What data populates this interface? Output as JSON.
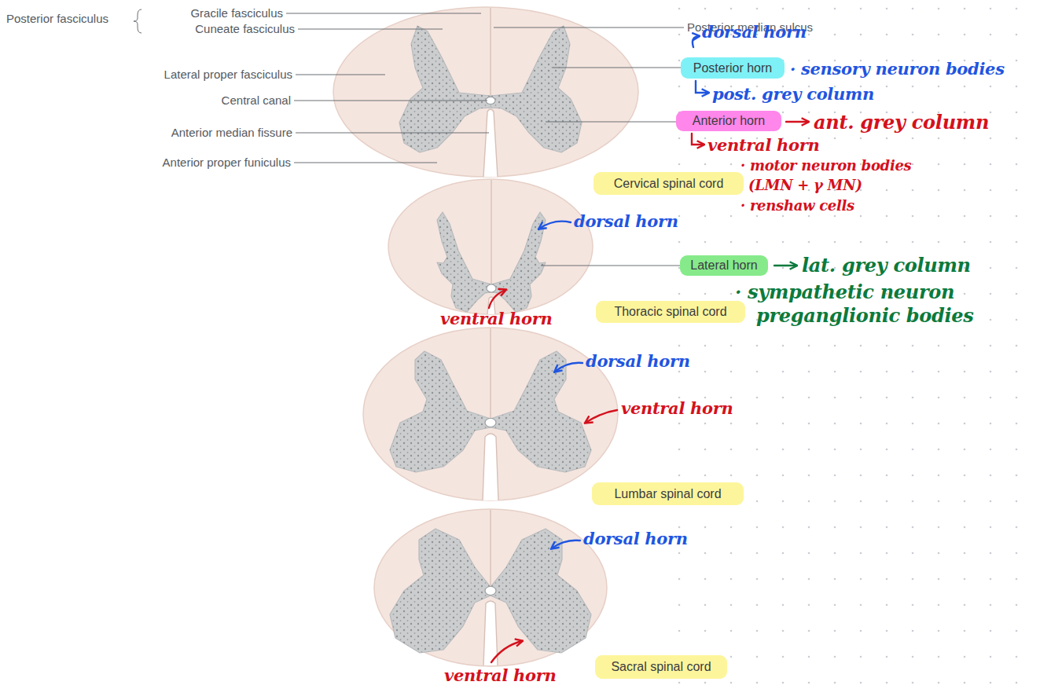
{
  "diagram": {
    "nodes": [
      {
        "text": [
          "Posterior horn"
        ]
      },
      {
        "text": [
          "Anterior horn"
        ]
      },
      {
        "text": [
          "Cervical spinal cord"
        ]
      },
      {
        "text": [
          "Lateral horn"
        ]
      },
      {
        "text": [
          "Thoracic spinal cord"
        ]
      },
      {
        "text": [
          "Lumbar spinal cord"
        ]
      },
      {
        "text": [
          "Sacral spinal cord"
        ]
      }
    ],
    "labels": [
      "Posterior fasciculus",
      "Gracile fasciculus",
      "Cuneate fasciculus",
      "Lateral proper fasciculus",
      "Central canal",
      "Anterior median fissure",
      "Anterior proper funiculus",
      "Posterior median sulcus",
      "dorsal horn",
      "· sensory neuron bodies",
      "post. grey column",
      "ant. grey column",
      "ventral horn",
      "· motor neuron bodies",
      "(LMN + γ MN)",
      "· renshaw cells",
      "dorsal horn",
      "ventral horn",
      "lat. grey column",
      "· sympathetic neuron",
      "preganglionic bodies",
      "dorsal horn",
      "ventral horn",
      "dorsal horn",
      "ventral horn"
    ]
  }
}
